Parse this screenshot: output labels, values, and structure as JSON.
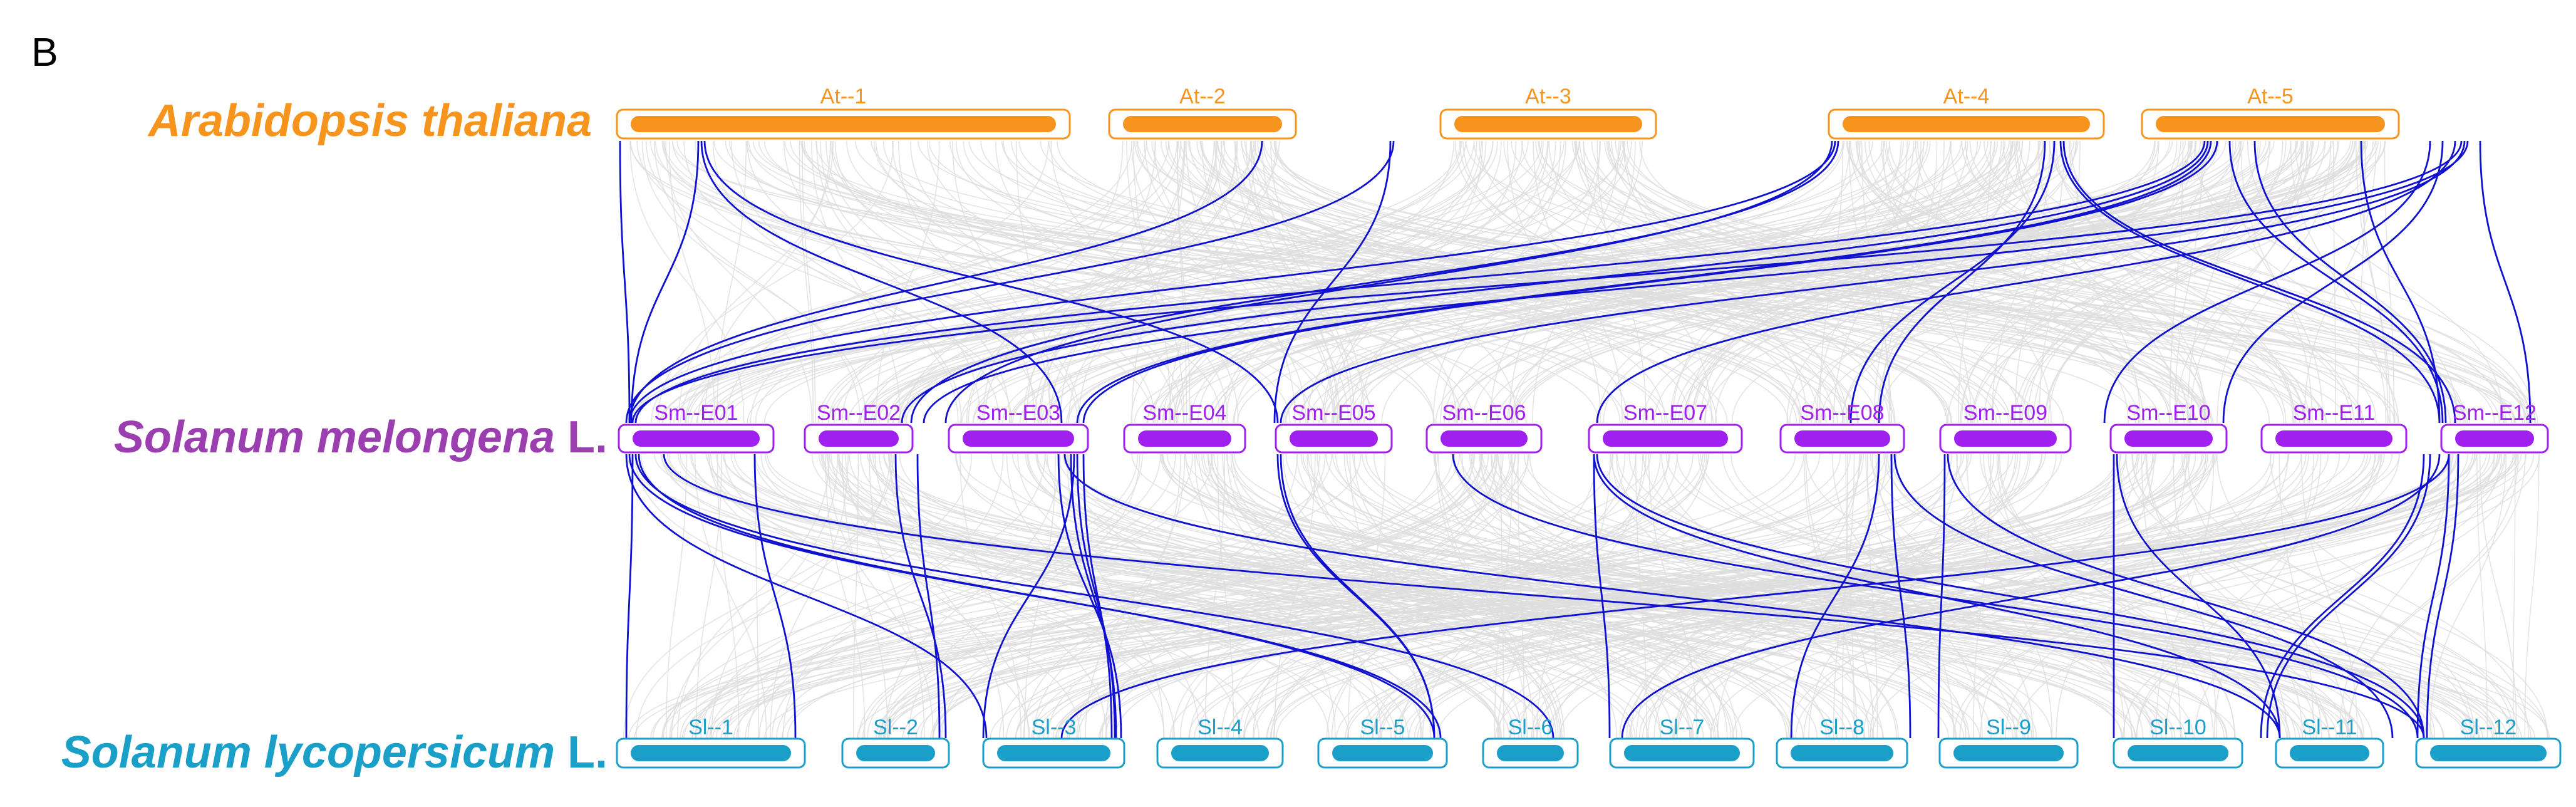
{
  "panel_label": "B",
  "colors": {
    "arabidopsis": "#F7941D",
    "melongena": "#A020F0",
    "lycopersicum": "#1AA0C8",
    "background_links": "#DDDDDD",
    "highlight_links": "#1010D0"
  },
  "species": [
    {
      "id": "at",
      "italic": "Arabidopsis thaliana",
      "suffix": ""
    },
    {
      "id": "sm",
      "italic": "Solanum melongena",
      "suffix": " L."
    },
    {
      "id": "sl",
      "italic": "Solanum lycopersicum",
      "suffix": " L."
    }
  ],
  "chromosomes": {
    "at": [
      "At--1",
      "At--2",
      "At--3",
      "At--4",
      "At--5"
    ],
    "sm": [
      "Sm--E01",
      "Sm--E02",
      "Sm--E03",
      "Sm--E04",
      "Sm--E05",
      "Sm--E06",
      "Sm--E07",
      "Sm--E08",
      "Sm--E09",
      "Sm--E10",
      "Sm--E11",
      "Sm--E12"
    ],
    "sl": [
      "Sl--1",
      "Sl--2",
      "Sl--3",
      "Sl--4",
      "Sl--5",
      "Sl--6",
      "Sl--7",
      "Sl--8",
      "Sl--9",
      "Sl--10",
      "Sl--11",
      "Sl--12"
    ]
  }
}
